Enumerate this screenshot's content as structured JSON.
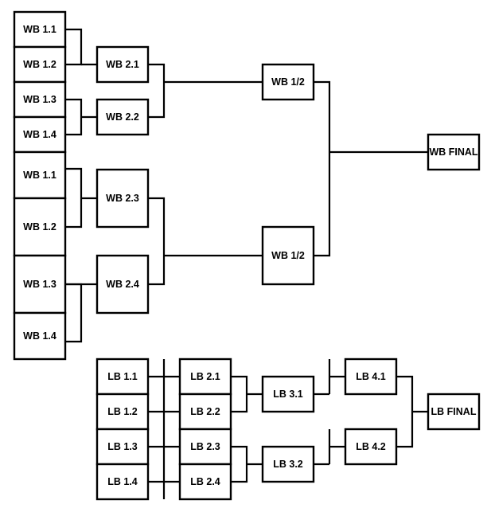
{
  "winners_bracket": {
    "round1": [
      "WB 1.1",
      "WB 1.2",
      "WB 1.3",
      "WB 1.4",
      "WB 1.1",
      "WB 1.2",
      "WB 1.3",
      "WB 1.4"
    ],
    "round2": [
      "WB 2.1",
      "WB 2.2",
      "WB 2.3",
      "WB 2.4"
    ],
    "semis": [
      "WB 1/2",
      "WB 1/2"
    ],
    "final": "WB FINAL"
  },
  "losers_bracket": {
    "round1": [
      "LB 1.1",
      "LB 1.2",
      "LB 1.3",
      "LB 1.4"
    ],
    "round2": [
      "LB 2.1",
      "LB 2.2",
      "LB 2.3",
      "LB 2.4"
    ],
    "round3": [
      "LB 3.1",
      "LB 3.2"
    ],
    "round4": [
      "LB 4.1",
      "LB 4.2"
    ],
    "final": "LB FINAL"
  },
  "colors": {
    "stroke": "#000000",
    "fill": "#ffffff",
    "text": "#000000"
  }
}
